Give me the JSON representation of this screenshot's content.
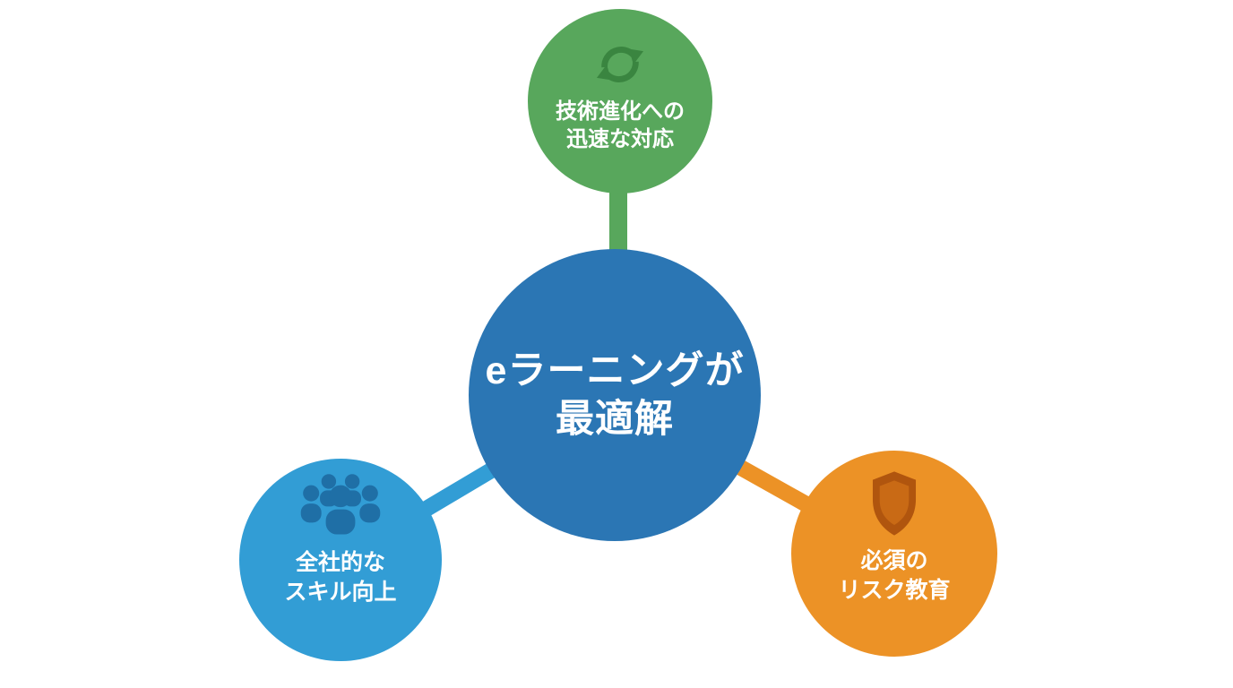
{
  "diagram": {
    "background": "#ffffff",
    "text_color": "#ffffff",
    "center_node": {
      "line1": "eラーニングが",
      "line2": "最適解",
      "color": "#2b76b4"
    },
    "satellite_nodes": [
      {
        "id": "tech-evolution",
        "line1": "技術進化への",
        "line2": "迅速な対応",
        "color": "#58a75c",
        "icon": "refresh-icon",
        "icon_color": "#3a8540",
        "connector_color": "#58a75c"
      },
      {
        "id": "company-skills",
        "line1": "全社的な",
        "line2": "スキル向上",
        "color": "#329dd5",
        "icon": "people-icon",
        "icon_color": "#1f6fa6",
        "connector_color": "#329dd5"
      },
      {
        "id": "risk-education",
        "line1": "必須の",
        "line2": "リスク教育",
        "color": "#ec9226",
        "icon": "shield-icon",
        "icon_color": "#b0550e",
        "icon_inner_color": "#c96a15",
        "connector_color": "#ec9226"
      }
    ]
  }
}
